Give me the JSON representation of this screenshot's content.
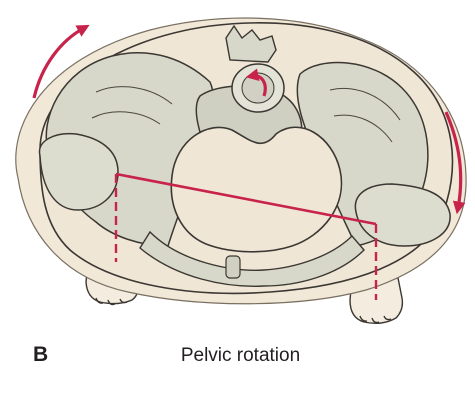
{
  "figure": {
    "panel_letter": "B",
    "caption": "Pelvic rotation",
    "icons": [
      "pelvis-illustration",
      "rotation-arrow-icon",
      "curved-arrow-icon"
    ],
    "colors": {
      "body_outline_fill": "#efe6d6",
      "bone_fill": "#d8d8cc",
      "outline": "#3b3732",
      "accent": "#c8234a",
      "text": "#231f20"
    }
  }
}
